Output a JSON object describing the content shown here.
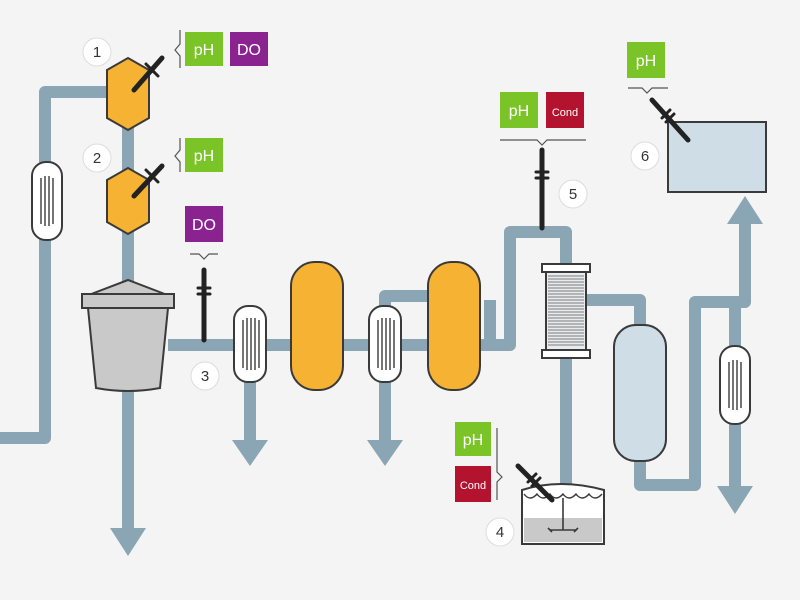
{
  "diagram": {
    "colors": {
      "background": "#f4f4f4",
      "pipe": "#8aa5b3",
      "vessel_orange": "#f6b233",
      "outline": "#3a3a3a",
      "vessel_grey": "#c9c9c9",
      "tank_blue": "#cfdee6",
      "ph_badge": "#7ac428",
      "do_badge": "#8a2290",
      "cond_badge": "#b3132f",
      "number_circle": "#ffffff"
    },
    "badges": {
      "b1_ph": "pH",
      "b1_do": "DO",
      "b2_ph": "pH",
      "b3_do": "DO",
      "b4_ph": "pH",
      "b4_cond": "Cond",
      "b5_ph": "pH",
      "b5_cond": "Cond",
      "b6_ph": "pH"
    },
    "points": {
      "p1": "1",
      "p2": "2",
      "p3": "3",
      "p4": "4",
      "p5": "5",
      "p6": "6"
    }
  }
}
